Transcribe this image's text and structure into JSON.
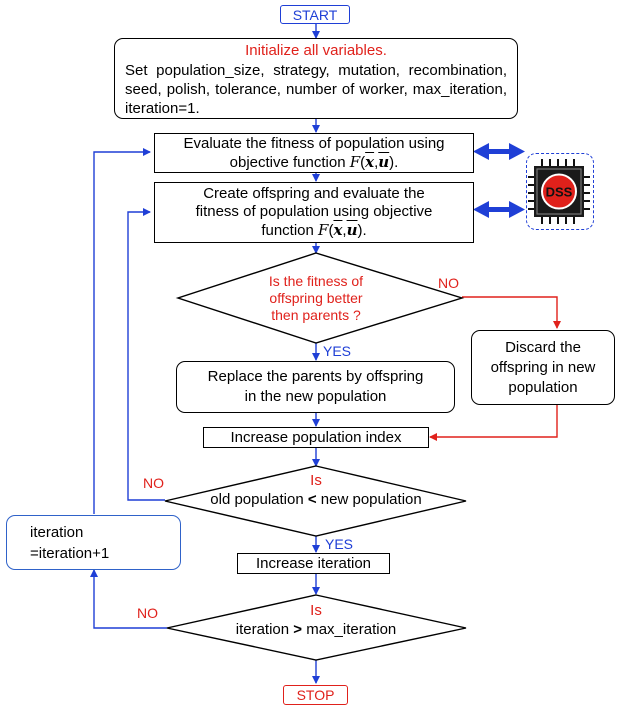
{
  "start": "START",
  "stop": "STOP",
  "init": {
    "title": "Initialize all variables.",
    "body": "Set population_size, strategy, mutation, recombination, seed, polish, tolerance, number of worker, max_iteration, iteration=1."
  },
  "evaluate": {
    "line1": "Evaluate the fitness of population using",
    "line2": "objective function",
    "func": "F",
    "var1": "x",
    "var2": "u",
    "tail": "."
  },
  "offspring": {
    "line1": "Create offspring and evaluate the",
    "line2": "fitness of population using objective",
    "line3": "function",
    "func": "F",
    "var1": "x",
    "var2": "u",
    "tail": "."
  },
  "decision1": {
    "line1": "Is the fitness of",
    "line2": "offspring better",
    "line3": "then parents ?",
    "yes": "YES",
    "no": "NO"
  },
  "replace": {
    "line1": "Replace the parents by offspring",
    "line2": "in the new population"
  },
  "discard": {
    "line1": "Discard the",
    "line2": "offspring in new",
    "line3": "population"
  },
  "increase_pop": "Increase population index",
  "decision2": {
    "is": "Is",
    "left": "old population",
    "op": "<",
    "right": "new population",
    "yes": "YES",
    "no": "NO"
  },
  "increase_iter": "Increase iteration",
  "iter_update": {
    "line1": "iteration",
    "line2": "=iteration+1"
  },
  "decision3": {
    "is": "Is",
    "left": "iteration",
    "op": ">",
    "right": "max_iteration",
    "no": "NO"
  },
  "dss_logo": "DSS",
  "colors": {
    "blue": "#1f3fd6",
    "red": "#e0211b",
    "black": "#000000",
    "iter_box_border": "#2f62c9"
  }
}
